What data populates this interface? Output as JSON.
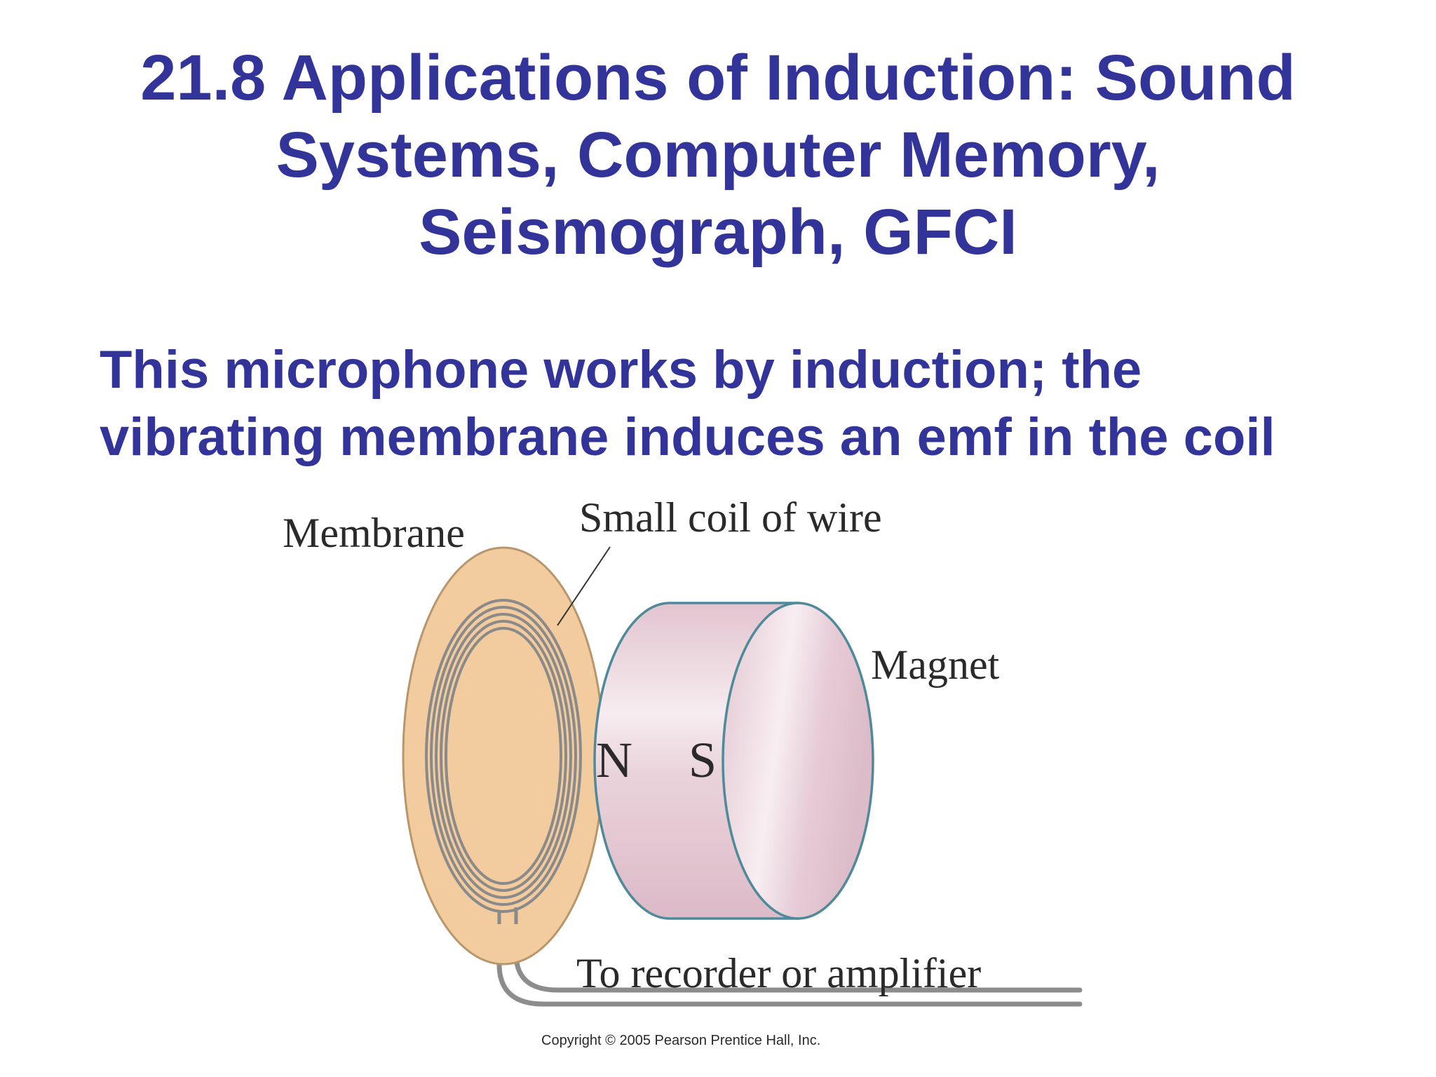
{
  "slide": {
    "title_lines": [
      "21.8 Applications of Induction: Sound",
      "Systems, Computer Memory,",
      "Seismograph, GFCI"
    ],
    "body_lines": [
      "This microphone works by induction; the",
      "vibrating membrane induces an emf in the coil"
    ],
    "title_color": "#33349a"
  },
  "diagram": {
    "labels": {
      "membrane": "Membrane",
      "coil": "Small coil of wire",
      "magnet": "Magnet",
      "north": "N",
      "south": "S",
      "output": "To recorder or amplifier"
    },
    "copyright": "Copyright © 2005 Pearson Prentice Hall, Inc.",
    "colors": {
      "membrane_fill": "#f2cc9e",
      "membrane_stroke": "#b8966c",
      "coil_wire": "#8a8a8a",
      "magnet_fill": "#e8cdd6",
      "magnet_face": "#ecd3dc",
      "magnet_stroke": "#4f8a9a",
      "lead_wire": "#8c8c8c"
    }
  }
}
